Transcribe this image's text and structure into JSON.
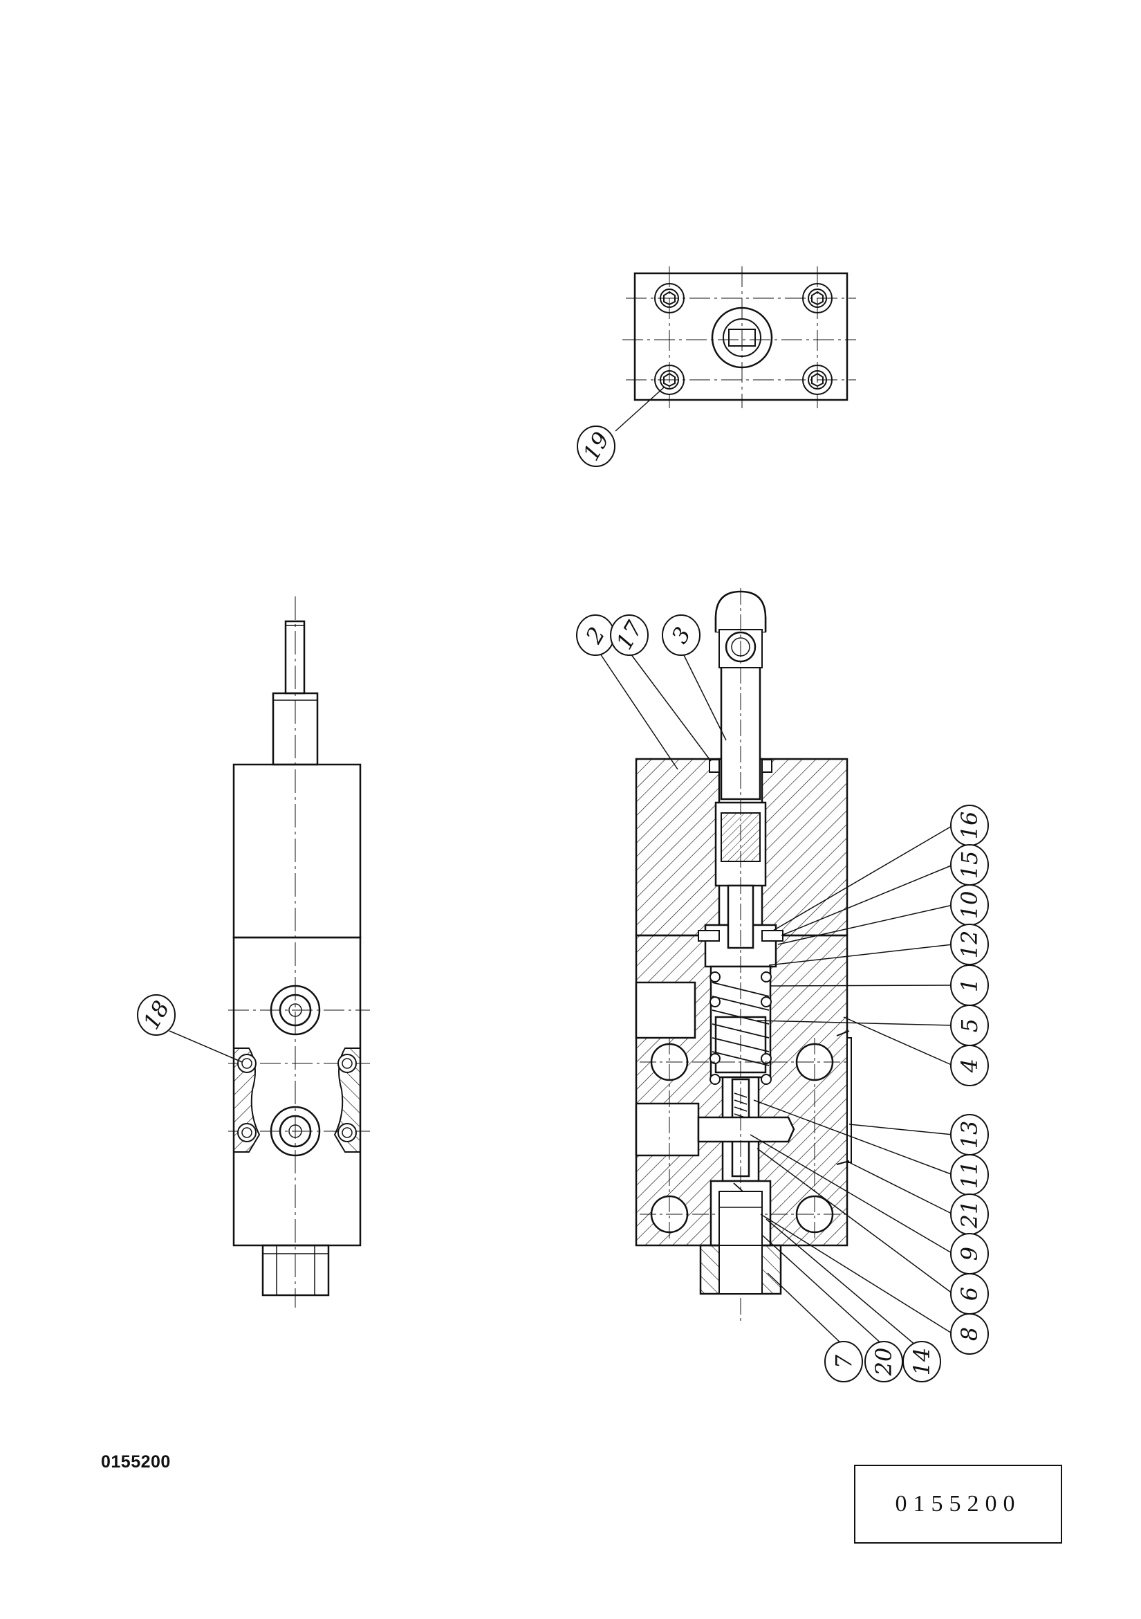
{
  "callouts": [
    {
      "id": "19",
      "label": "19"
    },
    {
      "id": "18",
      "label": "18"
    },
    {
      "id": "2",
      "label": "2"
    },
    {
      "id": "17",
      "label": "17"
    },
    {
      "id": "3",
      "label": "3"
    },
    {
      "id": "16",
      "label": "16"
    },
    {
      "id": "15",
      "label": "15"
    },
    {
      "id": "10",
      "label": "10"
    },
    {
      "id": "12",
      "label": "12"
    },
    {
      "id": "1",
      "label": "1"
    },
    {
      "id": "5",
      "label": "5"
    },
    {
      "id": "4",
      "label": "4"
    },
    {
      "id": "13",
      "label": "13"
    },
    {
      "id": "11",
      "label": "11"
    },
    {
      "id": "21",
      "label": "21"
    },
    {
      "id": "9",
      "label": "9"
    },
    {
      "id": "6",
      "label": "6"
    },
    {
      "id": "8",
      "label": "8"
    },
    {
      "id": "14",
      "label": "14"
    },
    {
      "id": "20",
      "label": "20"
    },
    {
      "id": "7",
      "label": "7"
    }
  ],
  "drawing_number": "0155200",
  "title_block_number": "0155200",
  "colors": {
    "ink": "#111111",
    "paper": "#ffffff"
  }
}
